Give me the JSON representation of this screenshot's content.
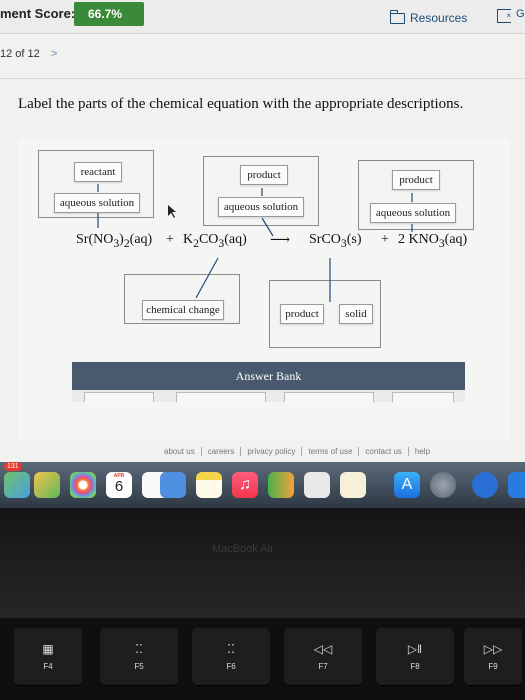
{
  "header": {
    "score_label": "ment Score:",
    "score_value": "66.7%",
    "resources_label": "Resources"
  },
  "question_nav": {
    "position": "12 of 12",
    "next_glyph": ">"
  },
  "prompt": "Label the parts of the chemical equation with the appropriate descriptions.",
  "labels": {
    "reactant": "reactant",
    "reactant_aq": "aqueous solution",
    "product1": "product",
    "product1_aq": "aqueous solution",
    "product2": "product",
    "product2_aq": "aqueous solution",
    "chemical_change": "chemical change",
    "product3": "product",
    "solid": "solid"
  },
  "equation": {
    "reactant1": "Sr(NO",
    "reactant1_sub": "3",
    "reactant1_tail": ")",
    "reactant1_sub2": "2",
    "reactant1_state": "(aq)",
    "plus1": "+",
    "reactant2": "K",
    "reactant2_sub": "2",
    "reactant2_mid": "CO",
    "reactant2_sub2": "3",
    "reactant2_state": "(aq)",
    "arrow": "⟶",
    "product1": "SrCO",
    "product1_sub": "3",
    "product1_state": "(s)",
    "plus2": "+",
    "product2": "2 KNO",
    "product2_sub": "3",
    "product2_state": "(aq)"
  },
  "answer_bank": {
    "title": "Answer Bank"
  },
  "footer": {
    "links": [
      "about us",
      "careers",
      "privacy policy",
      "terms of use",
      "contact us",
      "help"
    ]
  },
  "dock": {
    "badge": "131",
    "calendar_month": "APR",
    "calendar_day": "6"
  },
  "laptop": {
    "brand": "MacBook Air"
  },
  "keys": [
    {
      "label": "F4",
      "glyph": "▦"
    },
    {
      "label": "F5",
      "glyph": "⁚⁚"
    },
    {
      "label": "F6",
      "glyph": "⁚⁚"
    },
    {
      "label": "F7",
      "glyph": "◁◁"
    },
    {
      "label": "F8",
      "glyph": "▷‖"
    },
    {
      "label": "F9",
      "glyph": "▷▷"
    }
  ],
  "colors": {
    "score_badge": "#3a8a3a",
    "answer_bank_bar": "#4a5a6e",
    "link_blue": "#1d4b7a"
  }
}
